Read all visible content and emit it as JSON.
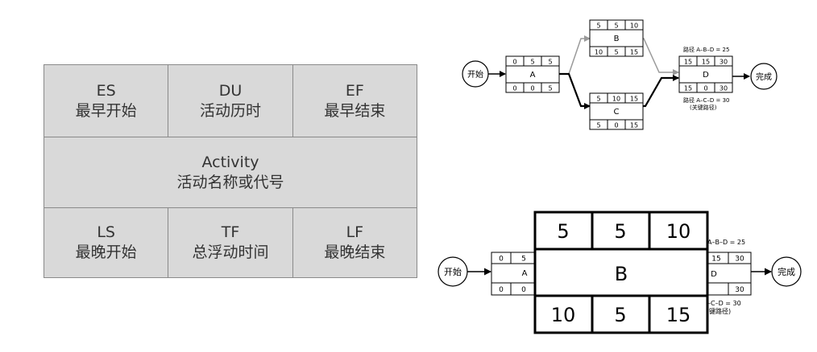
{
  "legend": {
    "es": {
      "abbr": "ES",
      "label": "最早开始"
    },
    "du": {
      "abbr": "DU",
      "label": "活动历时"
    },
    "ef": {
      "abbr": "EF",
      "label": "最早结束"
    },
    "activity": {
      "abbr": "Activity",
      "label": "活动名称或代号"
    },
    "ls": {
      "abbr": "LS",
      "label": "最晚开始"
    },
    "tf": {
      "abbr": "TF",
      "label": "总浮动时间"
    },
    "lf": {
      "abbr": "LF",
      "label": "最晚结束"
    }
  },
  "network": {
    "start": "开始",
    "finish": "完成",
    "nodes": {
      "A": {
        "es": "0",
        "du": "5",
        "ef": "5",
        "name": "A",
        "ls": "0",
        "tf": "0",
        "lf": "5"
      },
      "B": {
        "es": "5",
        "du": "5",
        "ef": "10",
        "name": "B",
        "ls": "10",
        "tf": "5",
        "lf": "15"
      },
      "C": {
        "es": "5",
        "du": "10",
        "ef": "15",
        "name": "C",
        "ls": "5",
        "tf": "0",
        "lf": "15"
      },
      "D": {
        "es": "15",
        "du": "15",
        "ef": "30",
        "name": "D",
        "ls": "15",
        "tf": "0",
        "lf": "30"
      }
    },
    "path_abd": "路径 A–B–D = 25",
    "path_acd": "路径 A–C–D = 30",
    "critical_note": "(关键路径)",
    "colors": {
      "critical": "#000000",
      "noncritical": "#9a9a9a"
    }
  },
  "zoom": {
    "fragments": {
      "a_es": "0",
      "a_du": "5",
      "a_name": "A",
      "a_ls": "0",
      "a_tf": "0",
      "d_es": "15",
      "d_ef": "30",
      "d_name": "D",
      "d_lf": "30",
      "path_abd": "A–B–D = 25",
      "path_acd": "–C–D = 30",
      "critical_note": "键路径)"
    }
  }
}
